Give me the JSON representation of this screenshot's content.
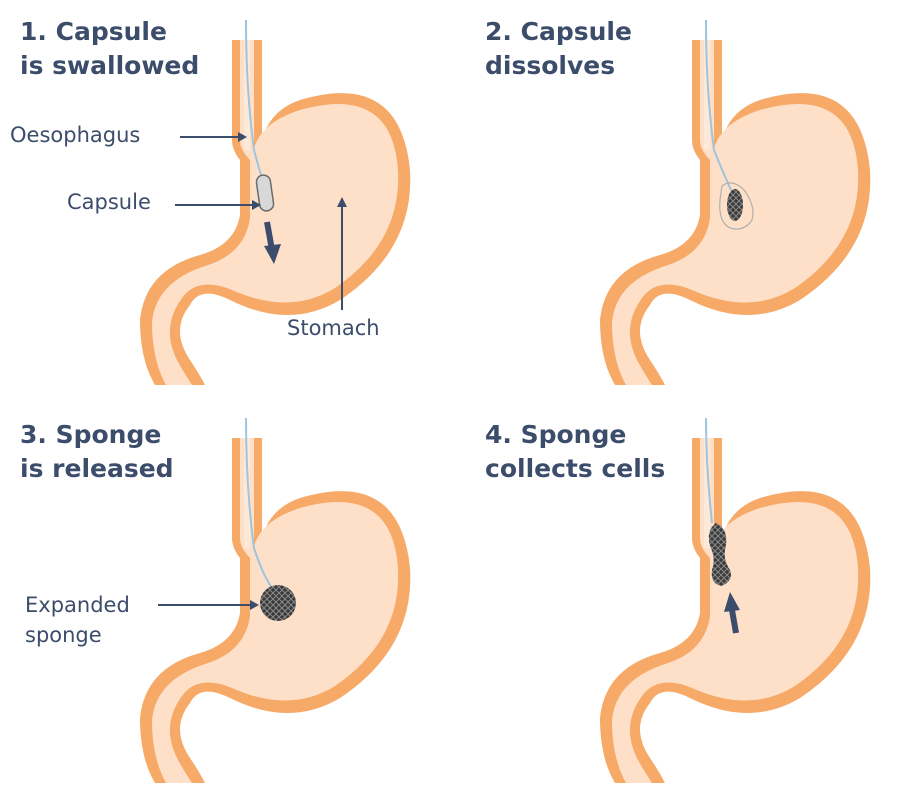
{
  "panels": [
    {
      "title_line1": "1. Capsule",
      "title_line2": "is swallowed",
      "labels": {
        "oesophagus": "Oesophagus",
        "capsule": "Capsule",
        "stomach": "Stomach"
      }
    },
    {
      "title_line1": "2. Capsule",
      "title_line2": "dissolves"
    },
    {
      "title_line1": "3. Sponge",
      "title_line2": "is released",
      "labels": {
        "sponge_line1": "Expanded",
        "sponge_line2": "sponge"
      }
    },
    {
      "title_line1": "4. Sponge",
      "title_line2": "collects cells"
    }
  ],
  "colors": {
    "text": "#3c4c6b",
    "wall": "#f7a967",
    "interior": "#fde0c7",
    "thread": "#9fc4de",
    "sponge": "#3a3a3a",
    "arrow": "#3c4c6b"
  }
}
